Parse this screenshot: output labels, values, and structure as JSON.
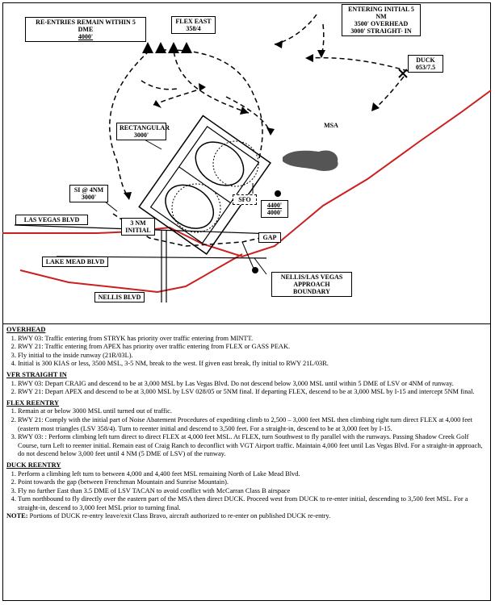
{
  "labels": {
    "reentries": [
      "RE-ENTRIES REMAIN WITHIN 5 DME",
      "4000'"
    ],
    "flex_east": [
      "FLEX EAST",
      "358/4"
    ],
    "initial": [
      "ENTERING INITIAL 5 NM",
      "3500' OVERHEAD",
      "3000' STRAIGHT- IN"
    ],
    "duck": [
      "DUCK",
      "053/7.5"
    ],
    "msa": "MSA",
    "rectangular": [
      "RECTANGULAR",
      "3000'"
    ],
    "si": [
      "SI @ 4NM",
      "3000'"
    ],
    "sfo": "SFO",
    "alt_box": [
      "4400'",
      "4000'"
    ],
    "las_vegas_blvd": "LAS VEGAS BLVD",
    "three_nm": [
      "3 NM",
      "INITIAL"
    ],
    "gap": "GAP",
    "lake_mead_blvd": "LAKE MEAD BLVD",
    "nellis_lv": [
      "NELLIS/LAS VEGAS",
      "APPROACH BOUNDARY"
    ],
    "nellis_blvd": "NELLIS BLVD"
  },
  "sections": [
    {
      "title": "OVERHEAD",
      "items": [
        "RWY 03: Traffic entering from STRYK has priority over traffic entering from MINTT.",
        "RWY 21: Traffic entering from APEX has priority over traffic entering from FLEX or GASS PEAK.",
        "Fly initial to the inside runway (21R/03L).",
        "Initial is 300 KIAS or less, 3500 MSL, 3-5 NM, break to the west. If given east break, fly initial to RWY 21L/03R."
      ]
    },
    {
      "title": "VFR STRAIGHT IN",
      "items": [
        "RWY 03: Depart CRAIG and descend to be at 3,000 MSL by Las Vegas Blvd. Do not descend below 3,000 MSL until within 5 DME of LSV or 4NM of runway.",
        "RWY 21: Depart APEX and descend to be at 3,000 MSL by LSV 028/05 or 5NM final. If departing FLEX, descend to be at 3,000 MSL by I-15 and intercept 5NM final."
      ]
    },
    {
      "title": "FLEX REENTRY",
      "items": [
        "Remain at or below 3000 MSL until turned out of traffic.",
        "RWY 21: Comply with the initial part of Noise Abatement Procedures of expediting climb to 2,500 – 3,000 feet MSL then climbing right turn direct FLEX at 4,000 feet (eastern most triangles (LSV 358/4). Turn to reenter initial and descend to 3,500 feet. For a straight-in, descend to be at 3,000 feet by I-15.",
        "RWY 03: : Perform climbing left turn direct to direct FLEX at 4,000 feet MSL. At FLEX, turn Southwest to fly parallel with the runways. Passing Shadow Creek Golf Course, turn Left to reenter initial. Remain east of Craig Ranch to deconflict with VGT Airport traffic. Maintain 4,000 feet until Las Vegas Blvd. For a straight-in approach, do not descend below 3,000 feet until 4 NM (5 DME of LSV) of the runway."
      ]
    },
    {
      "title": "DUCK REENTRY",
      "items": [
        "Perform a climbing left turn to between 4,000 and 4,400 feet MSL remaining North of Lake Mead Blvd.",
        "Point towards the gap (between Frenchman Mountain and Sunrise Mountain).",
        "Fly no further East than 3.5 DME of LSV TACAN to avoid conflict with McCarran Class B airspace",
        "Turn northbound to fly directly over the eastern part of the MSA then direct DUCK. Proceed west from DUCK to re-enter initial, descending to 3,500 feet MSL. For a straight-in, descend to 3,000 feet MSL prior to turning final."
      ]
    }
  ],
  "note": {
    "label": "NOTE:",
    "text": "Portions of DUCK re-entry leave/exit Class Bravo, aircraft authorized to re-enter on published DUCK re-entry."
  },
  "colors": {
    "boundary": "#cc1f1f",
    "msa": "#555555"
  }
}
